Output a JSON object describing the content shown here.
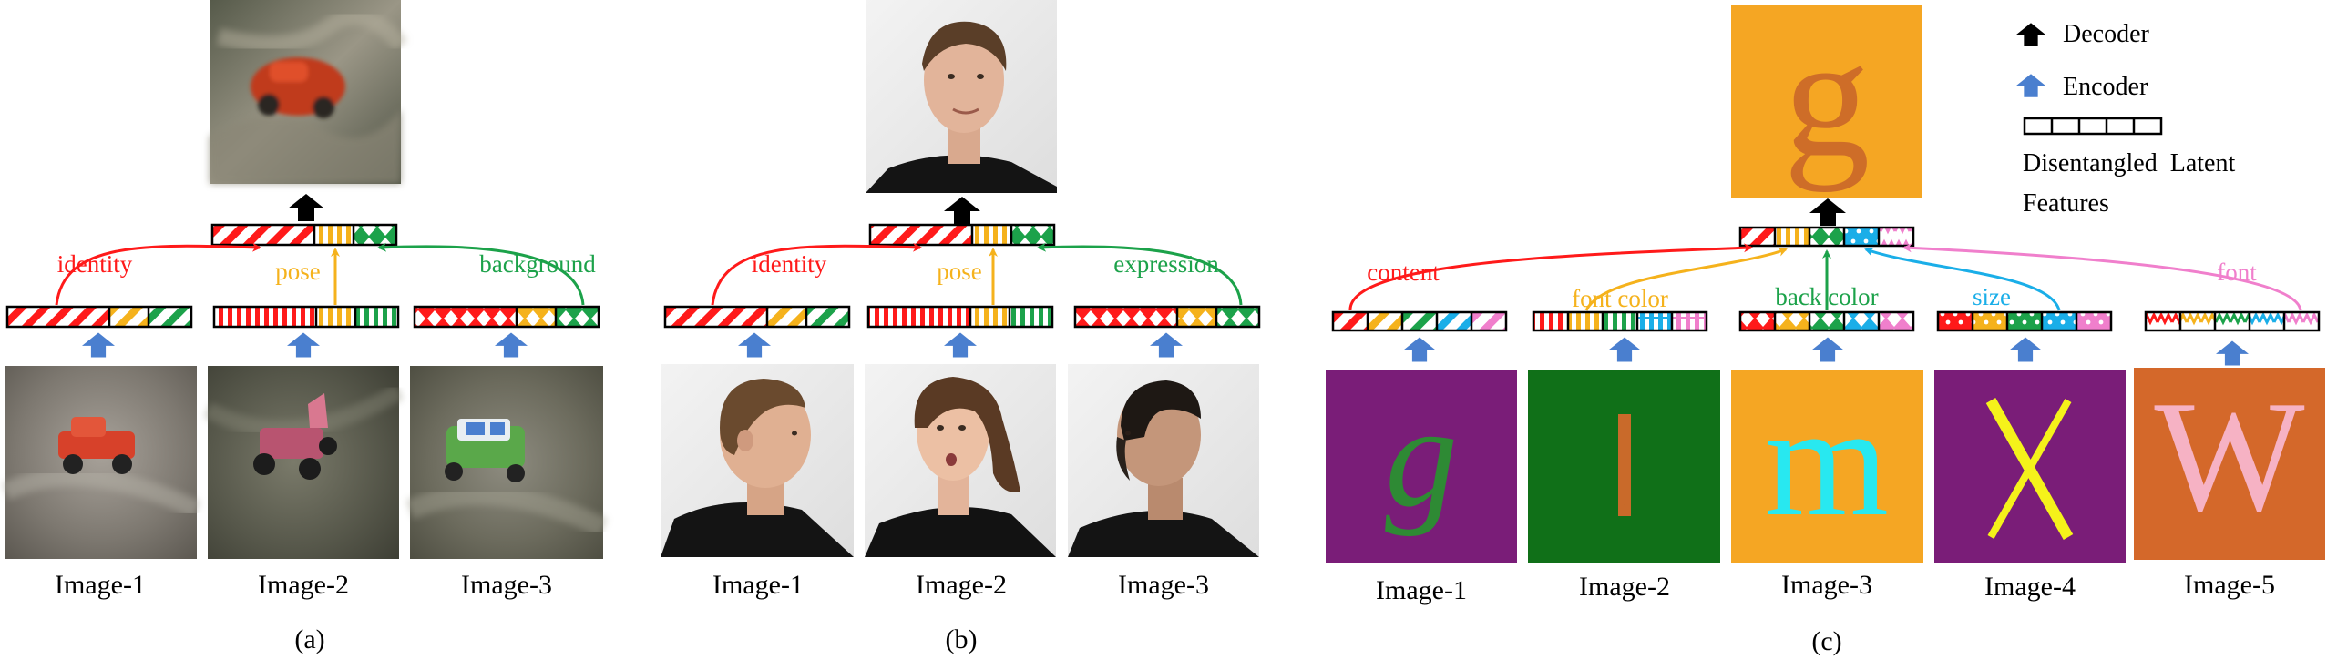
{
  "panels": {
    "a": {
      "caption": "(a)",
      "labels": {
        "c1": "identity",
        "c2": "pose",
        "c3": "background"
      },
      "images": [
        "Image-1",
        "Image-2",
        "Image-3"
      ]
    },
    "b": {
      "caption": "(b)",
      "labels": {
        "c1": "identity",
        "c2": "pose",
        "c3": "expression"
      },
      "images": [
        "Image-1",
        "Image-2",
        "Image-3"
      ]
    },
    "c": {
      "caption": "(c)",
      "labels": {
        "c1": "content",
        "c2": "font color",
        "c3": "back color",
        "c4": "size",
        "c5": "font"
      },
      "images": [
        "Image-1",
        "Image-2",
        "Image-3",
        "Image-4",
        "Image-5"
      ],
      "glyphs": {
        "output": "g",
        "img1": "g",
        "img2": "l",
        "img3": "m",
        "img4": "X",
        "img5": "W"
      }
    }
  },
  "legend": {
    "decoder": "Decoder",
    "encoder": "Encoder",
    "features_line1": "Disentangled  Latent",
    "features_line2": "Features"
  },
  "colors": {
    "identity": "#ff1a1a",
    "pose": "#f5b21c",
    "background": "#1ca24a",
    "size": "#1aaee8",
    "font": "#f07fcc",
    "encoder_arrow": "#4a7fcf",
    "decoder_arrow": "#000000"
  }
}
